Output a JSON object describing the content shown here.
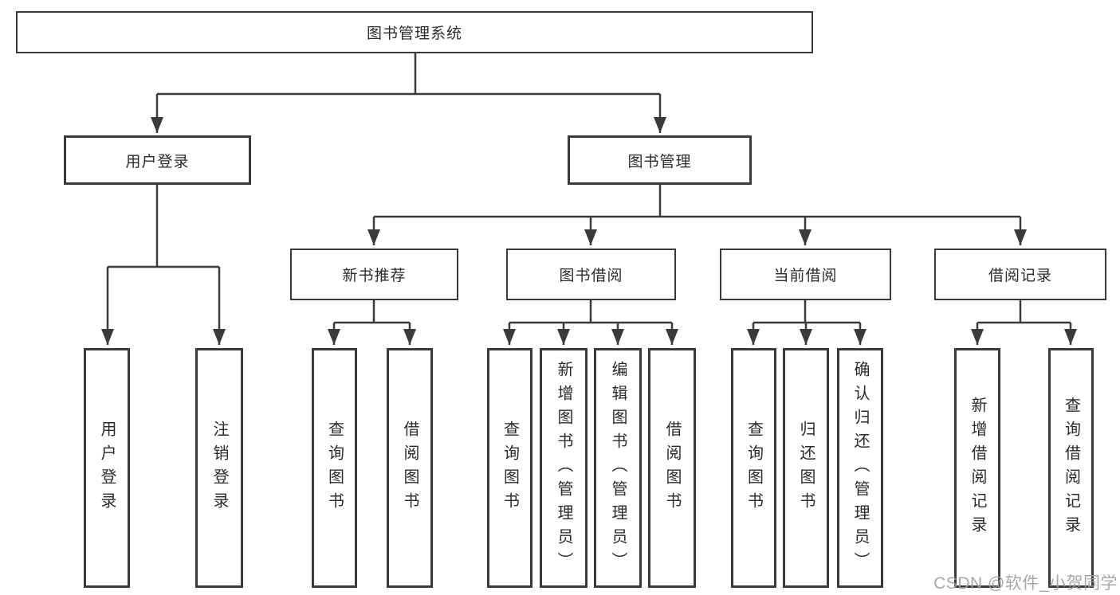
{
  "tree": {
    "root": {
      "label": "图书管理系统"
    },
    "branches": [
      {
        "label": "用户登录",
        "leaves": [
          {
            "label": "用户登录"
          },
          {
            "label": "注销登录"
          }
        ]
      },
      {
        "label": "图书管理",
        "groups": [
          {
            "label": "新书推荐",
            "leaves": [
              {
                "label": "查询图书"
              },
              {
                "label": "借阅图书"
              }
            ]
          },
          {
            "label": "图书借阅",
            "leaves": [
              {
                "label": "查询图书"
              },
              {
                "label": "新增图书（管理员）"
              },
              {
                "label": "编辑图书（管理员）"
              },
              {
                "label": "借阅图书"
              }
            ]
          },
          {
            "label": "当前借阅",
            "leaves": [
              {
                "label": "查询图书"
              },
              {
                "label": "归还图书"
              },
              {
                "label": "确认归还（管理员）"
              }
            ]
          },
          {
            "label": "借阅记录",
            "leaves": [
              {
                "label": "新增借阅记录"
              },
              {
                "label": "查询借阅记录"
              }
            ]
          }
        ]
      }
    ]
  },
  "watermark": {
    "text": "CSDN @软件_小贺同学"
  },
  "colors": {
    "line": "#3a3a3a",
    "box_border": "#3a3a3a",
    "text": "#2b2b2b",
    "background": "#ffffff",
    "watermark": "#9e9e9e"
  }
}
